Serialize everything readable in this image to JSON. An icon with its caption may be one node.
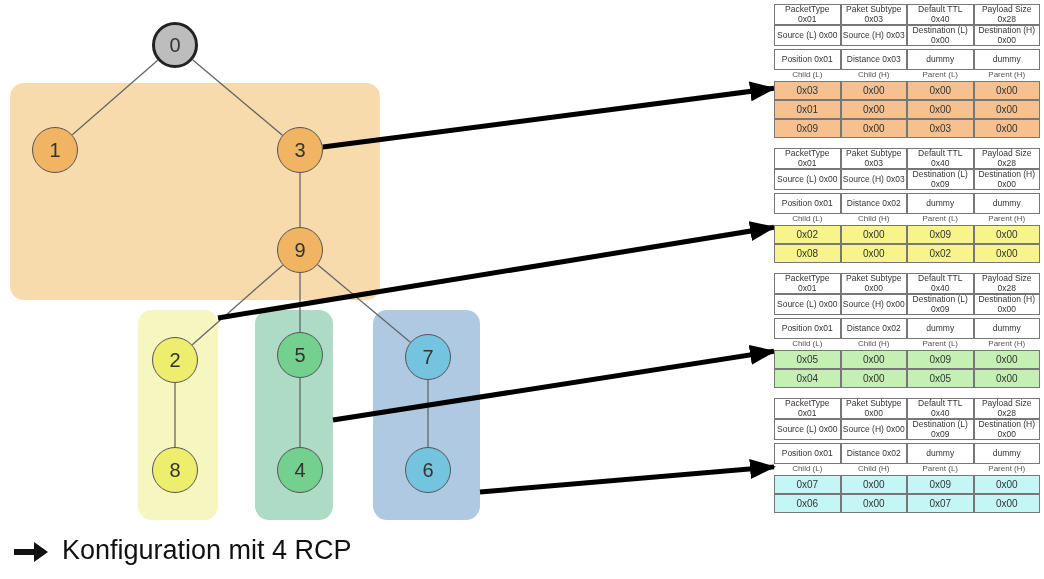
{
  "diagram": {
    "nodes": [
      {
        "text": [
          "0"
        ]
      },
      {
        "text": [],
        "shape": "box"
      },
      {
        "text": [
          "1"
        ],
        "in": 1
      },
      {
        "text": [
          "3"
        ],
        "in": 1
      },
      {
        "text": [
          "9"
        ],
        "in": 1
      },
      {
        "text": [],
        "shape": "box"
      },
      {
        "text": [
          "2"
        ],
        "in": 5
      },
      {
        "text": [
          "8"
        ],
        "in": 5
      },
      {
        "text": [],
        "shape": "box"
      },
      {
        "text": [
          "5"
        ],
        "in": 8
      },
      {
        "text": [
          "4"
        ],
        "in": 8
      },
      {
        "text": [],
        "shape": "box"
      },
      {
        "text": [
          "7"
        ],
        "in": 11
      },
      {
        "text": [
          "6"
        ],
        "in": 11
      },
      {
        "text": [
          "PacketType 0x01",
          "Paket Subtype 0x03",
          "Default TTL 0x40",
          "Payload Size 0x28",
          "Source (L) 0x00",
          "Source (H) 0x03",
          "Destination (L) 0x00",
          "Destination (H) 0x00",
          "Position 0x01",
          "Distance 0x03",
          "dummy",
          "dummy",
          "Child (L)",
          "Child (H)",
          "Parent (L)",
          "Parent (H)",
          "0x03",
          "0x00",
          "0x00",
          "0x00",
          "0x01",
          "0x00",
          "0x00",
          "0x00",
          "0x09",
          "0x00",
          "0x03",
          "0x00"
        ]
      },
      {
        "text": [
          "PacketType 0x01",
          "Paket Subtype 0x03",
          "Default TTL 0x40",
          "Payload Size 0x28",
          "Source (L) 0x00",
          "Source (H) 0x03",
          "Destination (L) 0x09",
          "Destination (H) 0x00",
          "Position 0x01",
          "Distance 0x02",
          "dummy",
          "dummy",
          "Child (L)",
          "Child (H)",
          "Parent (L)",
          "Parent (H)",
          "0x02",
          "0x00",
          "0x09",
          "0x00",
          "0x08",
          "0x00",
          "0x02",
          "0x00"
        ]
      },
      {
        "text": [
          "PacketType 0x01",
          "Paket Subtype 0x00",
          "Default TTL 0x40",
          "Payload Size 0x28",
          "Source (L) 0x00",
          "Source (H) 0x00",
          "Destination (L) 0x09",
          "Destination (H) 0x00",
          "Position 0x01",
          "Distance 0x02",
          "dummy",
          "dummy",
          "Child (L)",
          "Child (H)",
          "Parent (L)",
          "Parent (H)",
          "0x05",
          "0x00",
          "0x09",
          "0x00",
          "0x04",
          "0x00",
          "0x05",
          "0x00"
        ]
      },
      {
        "text": [
          "PacketType 0x01",
          "Paket Subtype 0x00",
          "Default TTL 0x40",
          "Payload Size 0x28",
          "Source (L) 0x00",
          "Source (H) 0x00",
          "Destination (L) 0x09",
          "Destination (H) 0x00",
          "Position 0x01",
          "Distance 0x02",
          "dummy",
          "dummy",
          "Child (L)",
          "Child (H)",
          "Parent (L)",
          "Parent (H)",
          "0x07",
          "0x00",
          "0x09",
          "0x00",
          "0x06",
          "0x00",
          "0x07",
          "0x00"
        ]
      }
    ],
    "edges": [
      {
        "from": 0,
        "to": 2,
        "arrow": "none"
      },
      {
        "from": 0,
        "to": 3,
        "arrow": "none"
      },
      {
        "from": 3,
        "to": 4,
        "arrow": "none"
      },
      {
        "from": 4,
        "to": 6,
        "arrow": "none"
      },
      {
        "from": 4,
        "to": 9,
        "arrow": "none"
      },
      {
        "from": 4,
        "to": 12,
        "arrow": "none"
      },
      {
        "from": 6,
        "to": 7,
        "arrow": "none"
      },
      {
        "from": 9,
        "to": 10,
        "arrow": "none"
      },
      {
        "from": 12,
        "to": 13,
        "arrow": "none"
      },
      {
        "from": 3,
        "to": 14,
        "arrow": "to",
        "style": "thick",
        "color": "#000000"
      },
      {
        "from": 5,
        "to": 15,
        "arrow": "to",
        "style": "thick",
        "color": "#000000"
      },
      {
        "from": 8,
        "to": 16,
        "arrow": "to",
        "style": "thick",
        "color": "#000000"
      },
      {
        "from": 11,
        "to": 17,
        "arrow": "to",
        "style": "thick",
        "color": "#000000"
      }
    ],
    "labels": [
      "Konfiguration mit 4 RCP"
    ]
  }
}
